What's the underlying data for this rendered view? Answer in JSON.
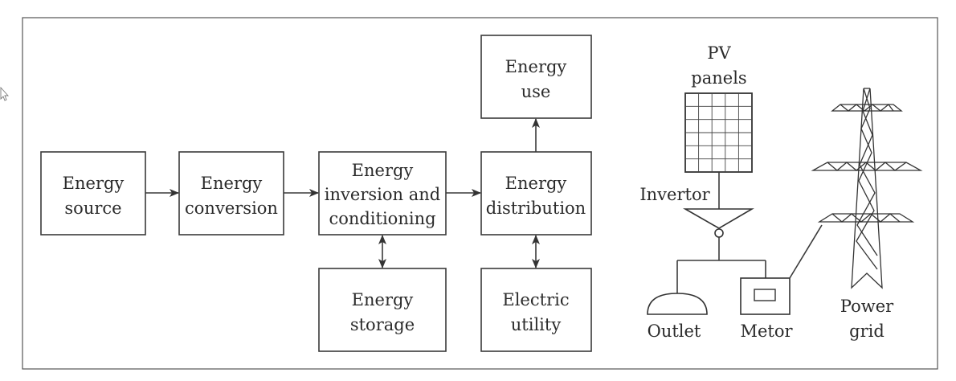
{
  "boxes": {
    "source": [
      "Energy",
      "source"
    ],
    "conversion": [
      "Energy",
      "conversion"
    ],
    "inversion": [
      "Energy",
      "inversion and",
      "conditioning"
    ],
    "distribution": [
      "Energy",
      "distribution"
    ],
    "use": [
      "Energy",
      "use"
    ],
    "storage": [
      "Energy",
      "storage"
    ],
    "utility": [
      "Electric",
      "utility"
    ]
  },
  "illustration": {
    "pv_panels": [
      "PV",
      "panels"
    ],
    "invertor": "Invertor",
    "outlet": "Outlet",
    "metor": "Metor",
    "power_grid": [
      "Power",
      "grid"
    ]
  }
}
